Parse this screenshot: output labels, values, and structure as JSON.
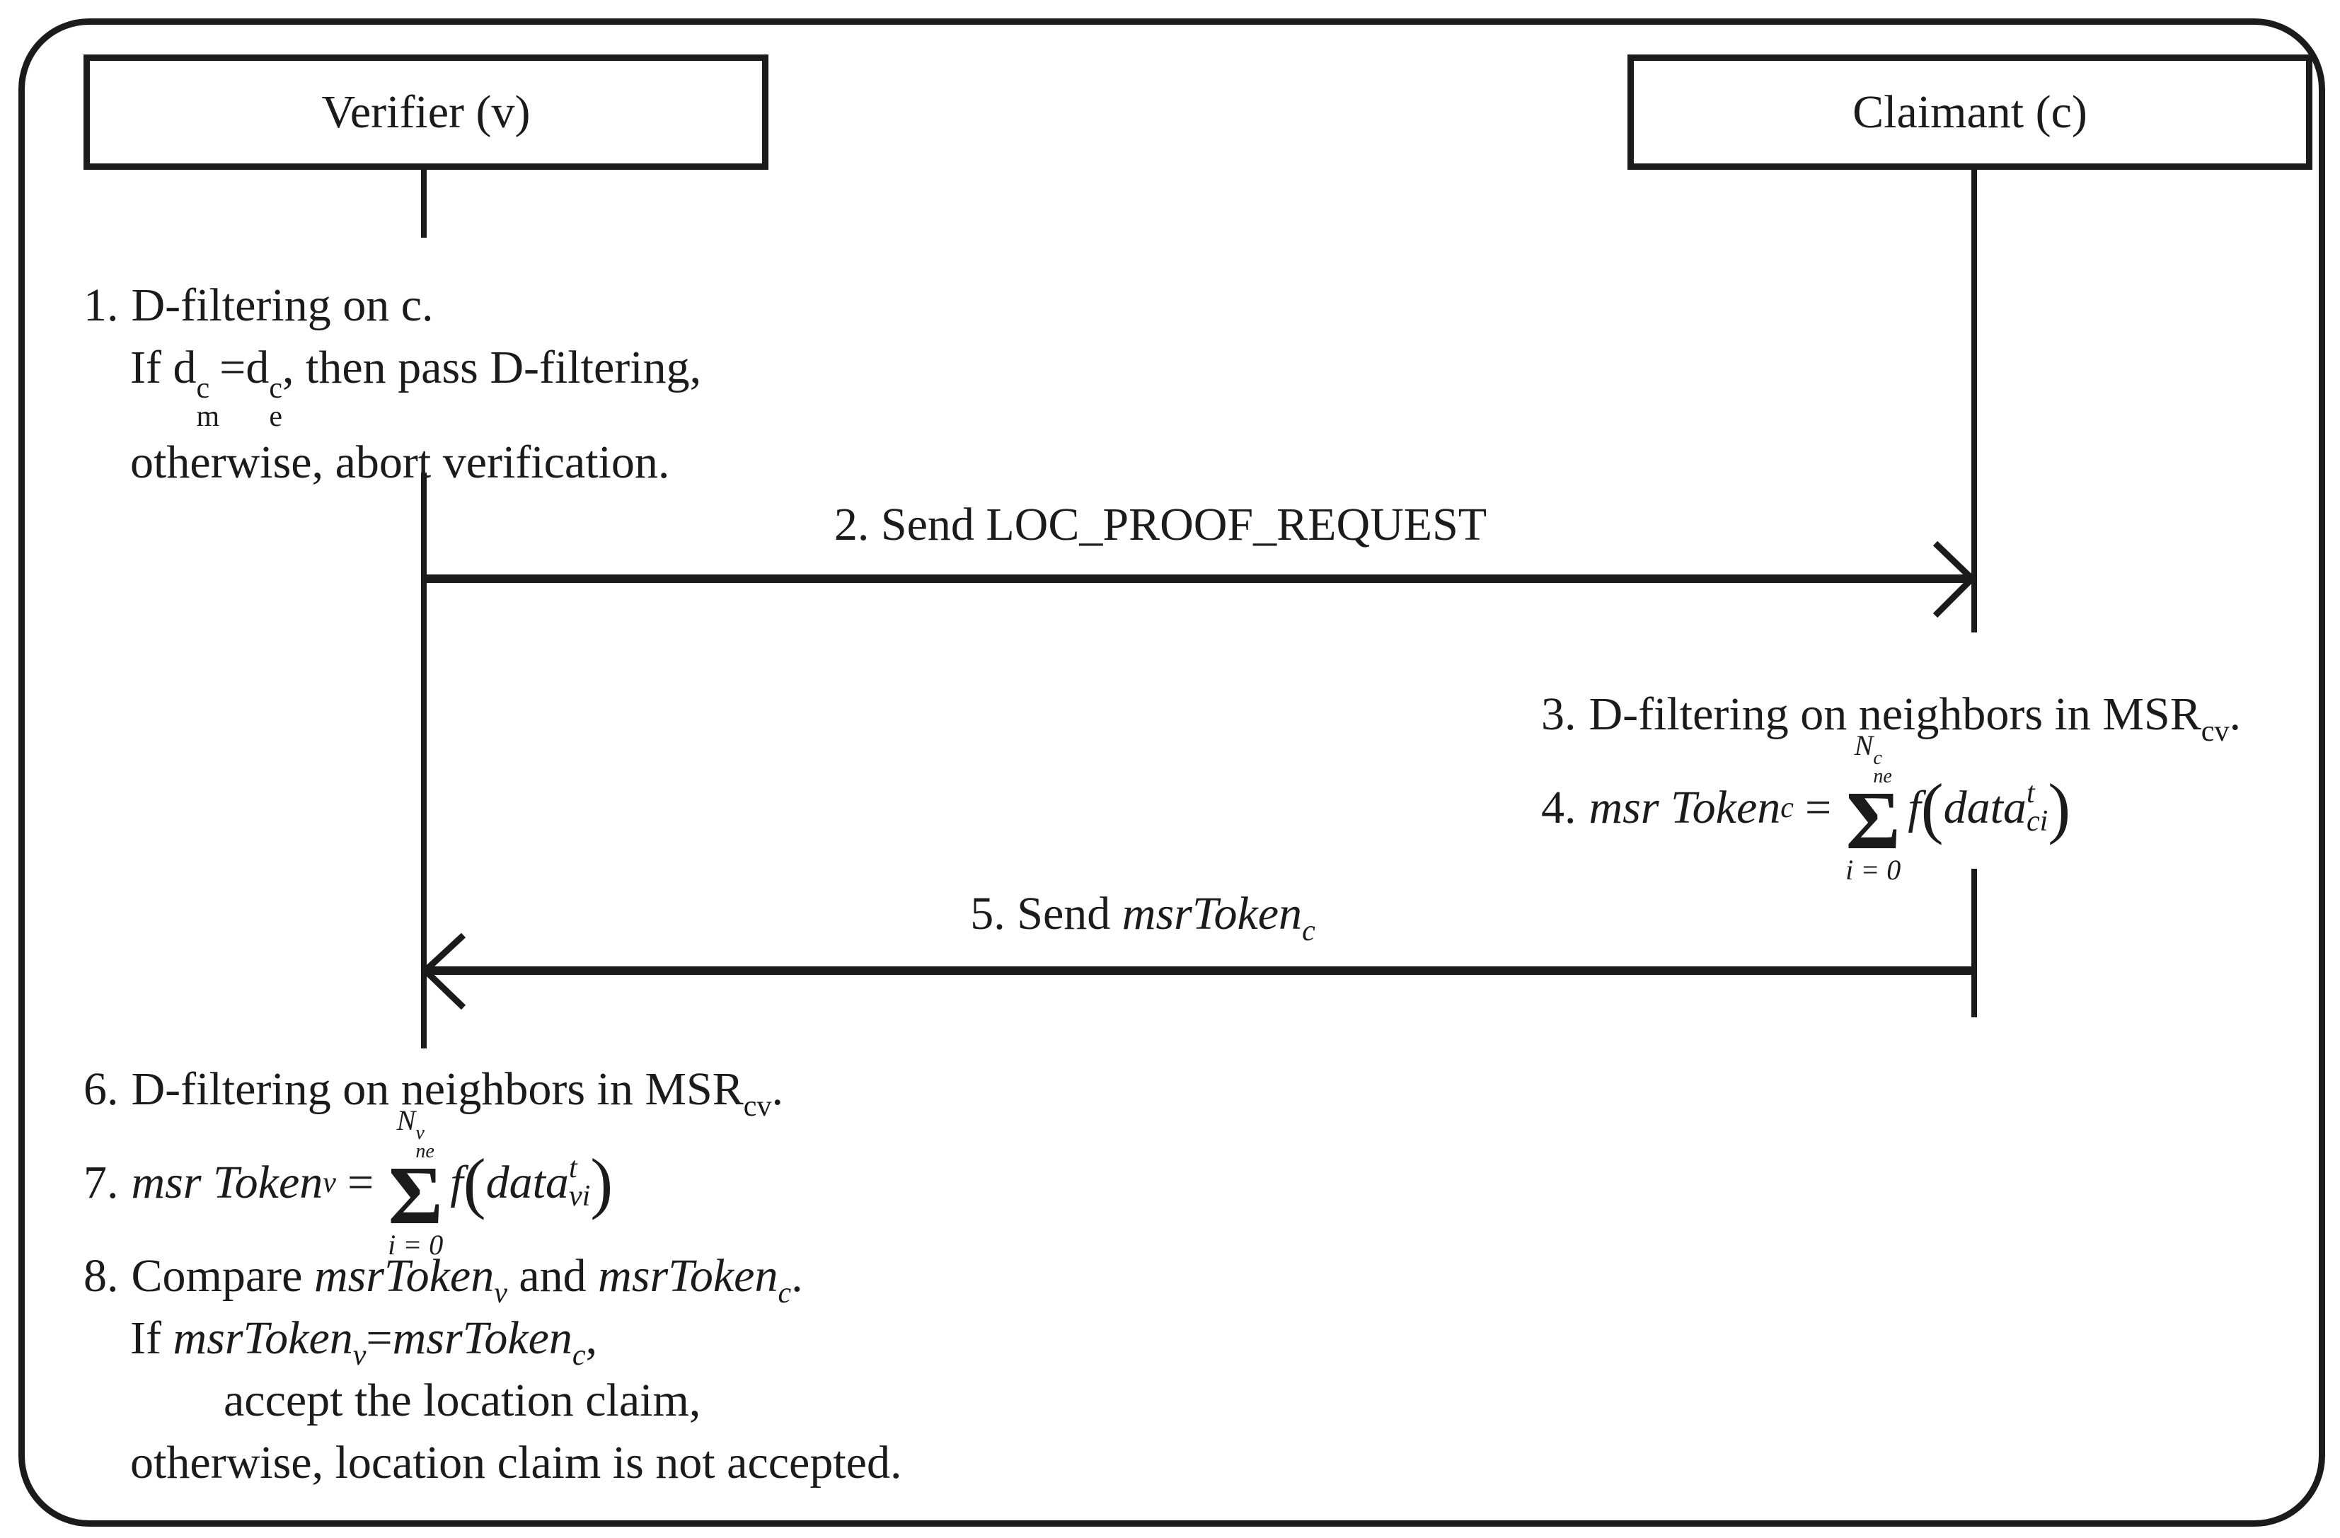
{
  "actors": {
    "verifier": "Verifier (v)",
    "claimant": "Claimant (c)"
  },
  "messages": {
    "msg2": {
      "label": "2. Send LOC_PROOF_REQUEST"
    },
    "msg5": {
      "prefix": "5. Send ",
      "var": "msrToken",
      "sub": "c"
    }
  },
  "step1": {
    "num": "1.",
    "line1": "D-filtering on c.",
    "line2": {
      "pre": "If d",
      "sup1": "c",
      "sub1": "m",
      "mid": "=d",
      "sup2": "c",
      "sub2": "e",
      "post": ", then pass D-filtering,"
    },
    "line3": "otherwise, abort verification."
  },
  "step3": {
    "num": "3.",
    "text": "D-filtering on neighbors in MSR",
    "sub": "cv",
    "end": "."
  },
  "step4": {
    "num": "4.",
    "lhs": "msr Token",
    "lhs_sub": "c",
    "eq": "=",
    "sum": {
      "upper_base": "N",
      "upper_sup": "c",
      "upper_sub": "ne",
      "sigma": "Σ",
      "lower": "i = 0"
    },
    "func": "f",
    "open": "(",
    "arg": "data",
    "arg_sup": "t",
    "arg_sub": "ci",
    "close": ")"
  },
  "step6": {
    "num": "6.",
    "text": "D-filtering on neighbors in MSR",
    "sub": "cv",
    "end": "."
  },
  "step7": {
    "num": "7.",
    "lhs": "msr Token",
    "lhs_sub": "v",
    "eq": "=",
    "sum": {
      "upper_base": "N",
      "upper_sup": "v",
      "upper_sub": "ne",
      "sigma": "Σ",
      "lower": "i = 0"
    },
    "func": "f",
    "open": "(",
    "arg": "data",
    "arg_sup": "t",
    "arg_sub": "vi",
    "close": ")"
  },
  "step8": {
    "num": "8.",
    "line1": {
      "pre": "Compare ",
      "var1": "msrToken",
      "sub1": "v",
      "mid": " and ",
      "var2": "msrToken",
      "sub2": "c",
      "end": "."
    },
    "line2": {
      "pre": "If ",
      "var1": "msrToken",
      "sub1": "v",
      "eq": "=",
      "var2": "msrToken",
      "sub2": "c",
      "end": ","
    },
    "line3": "accept the location claim,",
    "line4": "otherwise, location claim is not accepted."
  }
}
